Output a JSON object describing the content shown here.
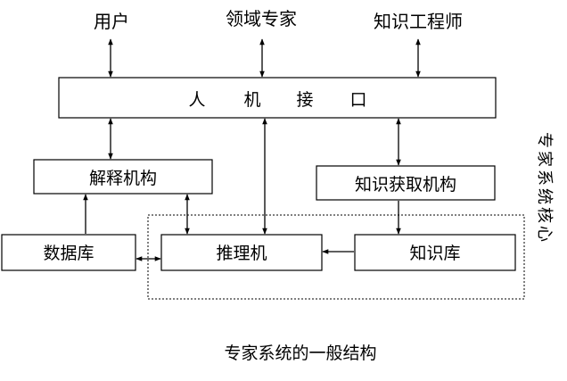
{
  "diagram": {
    "actors": {
      "user": "用户",
      "domain_expert": "领域专家",
      "knowledge_engineer": "知识工程师"
    },
    "interface_chars": [
      "人",
      "机",
      "接",
      "口"
    ],
    "boxes": {
      "explanation": "解释机构",
      "acquisition": "知识获取机构",
      "database": "数据库",
      "inference": "推理机",
      "knowledge_base": "知识库"
    },
    "core_label_chars": [
      "专",
      "家",
      "系",
      "统",
      "核",
      "心"
    ],
    "caption": "专家系统的一般结构"
  }
}
